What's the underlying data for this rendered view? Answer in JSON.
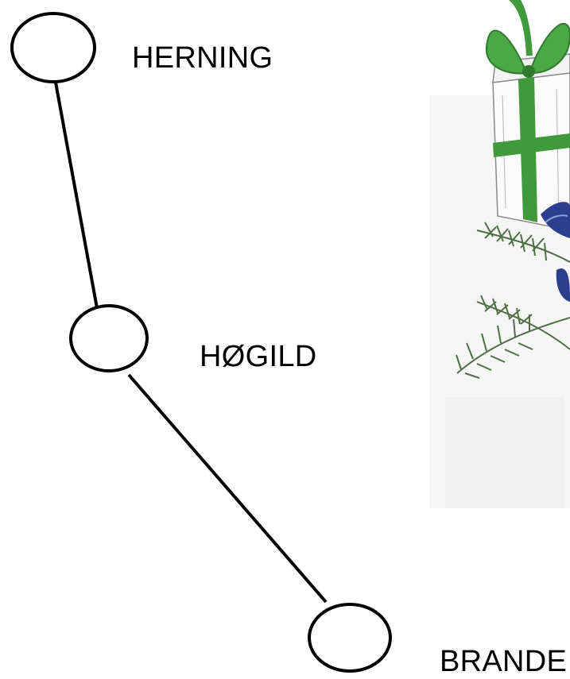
{
  "stations": [
    {
      "name": "HERNING"
    },
    {
      "name": "HØGILD"
    },
    {
      "name": "BRANDE"
    }
  ],
  "decoration": {
    "icon": "christmas-gift-with-pine-branches",
    "colors": {
      "ribbon": "#3f9a3c",
      "ornament": "#2c3f8f",
      "pine": "#4f6f44",
      "box_outline": "#8a8a8a"
    }
  },
  "colors": {
    "line": "#000000",
    "node_fill": "#ffffff",
    "node_stroke": "#000000",
    "text": "#000000",
    "background": "#ffffff"
  }
}
